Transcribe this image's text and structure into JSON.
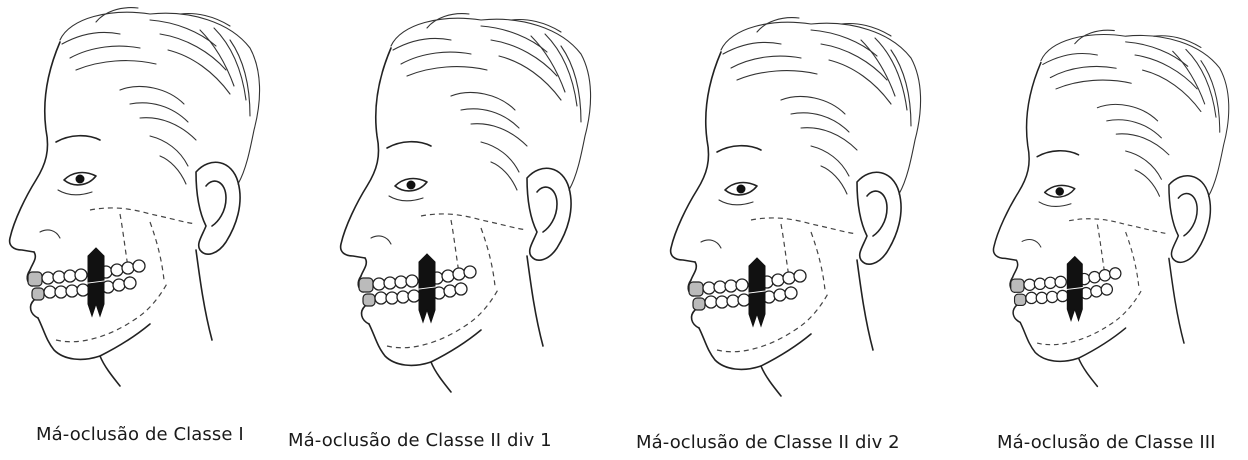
{
  "figure": {
    "panels": [
      {
        "id": "class-1",
        "caption": "Má-oclusão de Classe I"
      },
      {
        "id": "class-2-div-1",
        "caption": "Má-oclusão de Classe II div 1"
      },
      {
        "id": "class-2-div-2",
        "caption": "Má-oclusão de Classe II div 2"
      },
      {
        "id": "class-3",
        "caption": "Má-oclusão de Classe III"
      }
    ]
  }
}
